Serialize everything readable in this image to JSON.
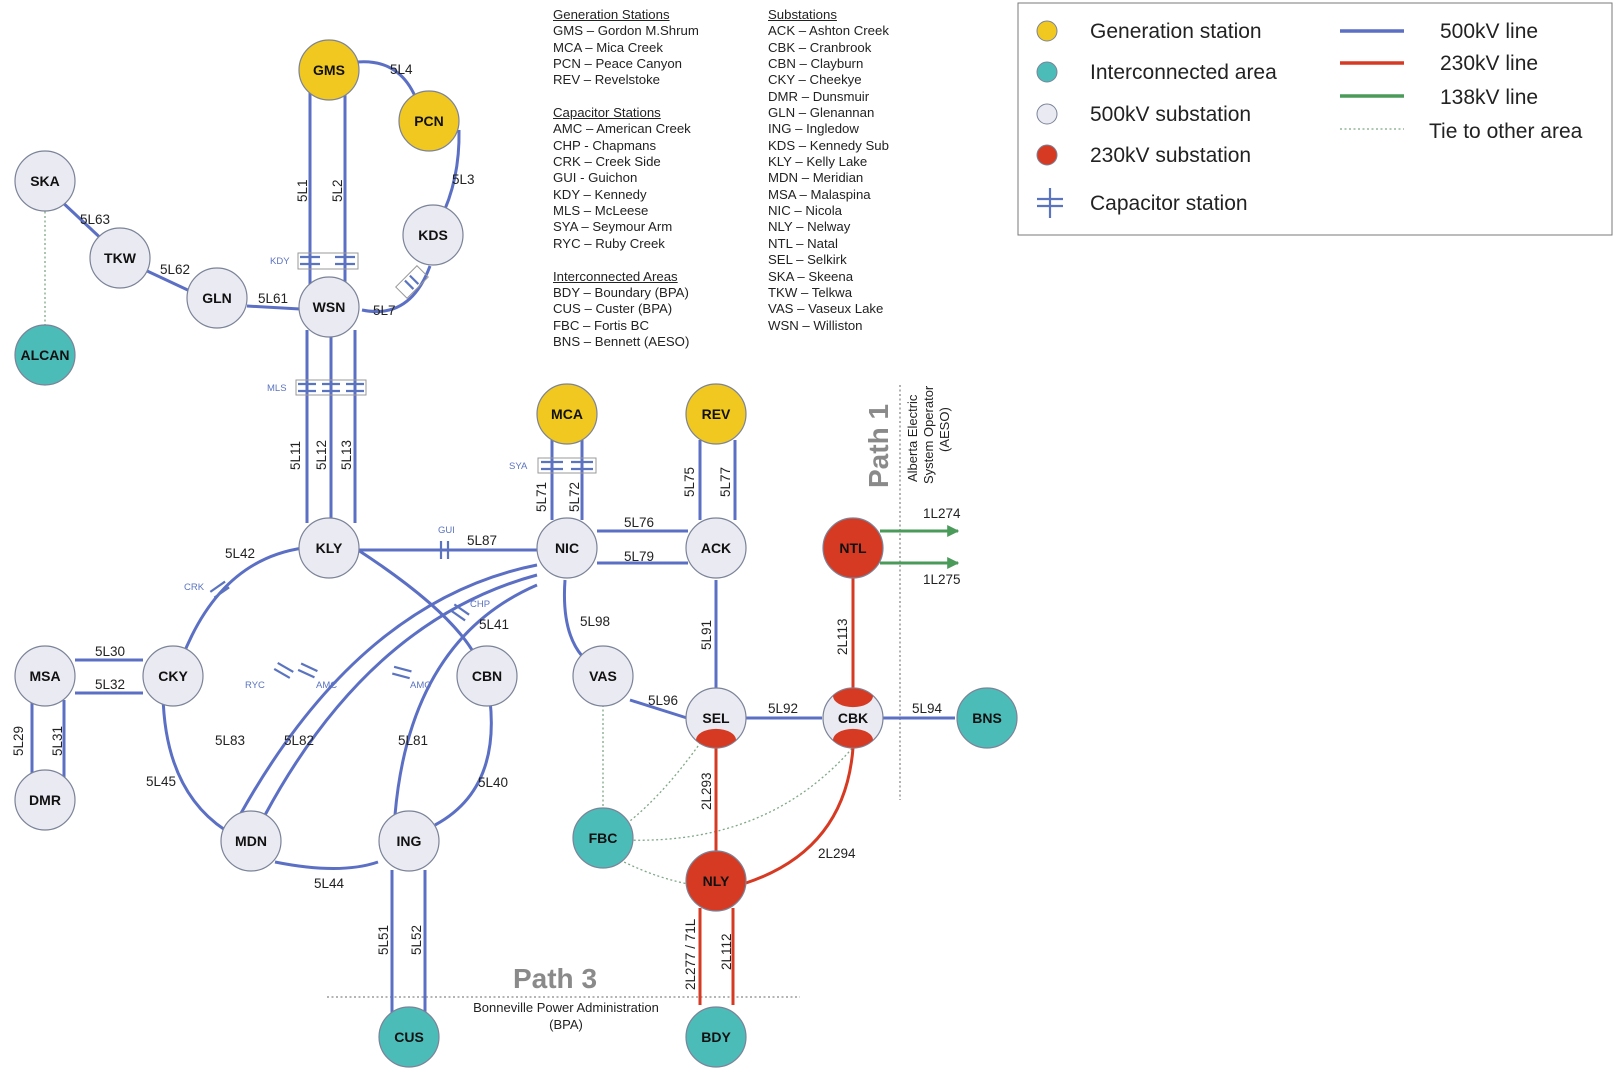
{
  "colors": {
    "line_500kv": "#5b6fc4",
    "line_230kv": "#d63a23",
    "line_138kv": "#4a9a5a",
    "tie": "#7ea885",
    "generation_fill": "#f1c81f",
    "interconnected_fill": "#4cbcb9",
    "substation_500_fill": "#eaeaf2",
    "substation_230_fill": "#d63a23",
    "node_stroke": "#7b8398",
    "capacitor": "#5b74c0"
  },
  "nodes": [
    {
      "id": "GMS",
      "type": "generation"
    },
    {
      "id": "PCN",
      "type": "generation"
    },
    {
      "id": "KDS",
      "type": "500kv"
    },
    {
      "id": "WSN",
      "type": "500kv"
    },
    {
      "id": "SKA",
      "type": "500kv"
    },
    {
      "id": "TKW",
      "type": "500kv"
    },
    {
      "id": "GLN",
      "type": "500kv"
    },
    {
      "id": "ALCAN",
      "type": "interconnected"
    },
    {
      "id": "KLY",
      "type": "500kv"
    },
    {
      "id": "NIC",
      "type": "500kv"
    },
    {
      "id": "MCA",
      "type": "generation"
    },
    {
      "id": "REV",
      "type": "generation"
    },
    {
      "id": "ACK",
      "type": "500kv"
    },
    {
      "id": "NTL",
      "type": "230kv"
    },
    {
      "id": "CKY",
      "type": "500kv"
    },
    {
      "id": "MSA",
      "type": "500kv"
    },
    {
      "id": "DMR",
      "type": "500kv"
    },
    {
      "id": "CBN",
      "type": "500kv"
    },
    {
      "id": "VAS",
      "type": "500kv"
    },
    {
      "id": "SEL",
      "type": "500kv-230kv"
    },
    {
      "id": "CBK",
      "type": "500kv-230kv"
    },
    {
      "id": "BNS",
      "type": "interconnected"
    },
    {
      "id": "MDN",
      "type": "500kv"
    },
    {
      "id": "ING",
      "type": "500kv"
    },
    {
      "id": "FBC",
      "type": "interconnected"
    },
    {
      "id": "NLY",
      "type": "230kv"
    },
    {
      "id": "CUS",
      "type": "interconnected"
    },
    {
      "id": "BDY",
      "type": "interconnected"
    }
  ],
  "line_labels": {
    "5L4": "5L4",
    "5L3": "5L3",
    "5L1": "5L1",
    "5L2": "5L2",
    "5L7": "5L7",
    "5L63": "5L63",
    "5L62": "5L62",
    "5L61": "5L61",
    "5L11": "5L11",
    "5L12": "5L12",
    "5L13": "5L13",
    "5L71": "5L71",
    "5L72": "5L72",
    "5L75": "5L75",
    "5L77": "5L77",
    "5L76": "5L76",
    "5L79": "5L79",
    "5L87": "5L87",
    "5L42": "5L42",
    "5L41": "5L41",
    "5L98": "5L98",
    "5L91": "5L91",
    "5L96": "5L96",
    "5L92": "5L92",
    "5L94": "5L94",
    "5L30": "5L30",
    "5L32": "5L32",
    "5L29": "5L29",
    "5L31": "5L31",
    "5L45": "5L45",
    "5L83": "5L83",
    "5L82": "5L82",
    "5L81": "5L81",
    "5L40": "5L40",
    "5L44": "5L44",
    "5L51": "5L51",
    "5L52": "5L52",
    "2L113": "2L113",
    "2L293": "2L293",
    "2L294": "2L294",
    "2L277/71L": "2L277 / 71L",
    "2L112": "2L112",
    "1L274": "1L274",
    "1L275": "1L275"
  },
  "capacitor_labels": {
    "KDY": "KDY",
    "MLS": "MLS",
    "SYA": "SYA",
    "GUI": "GUI",
    "CRK": "CRK",
    "CHP": "CHP",
    "RYC": "RYC",
    "AMC_1": "AMC",
    "AMC_2": "AMC"
  },
  "paths": {
    "path1": {
      "title": "Path 1",
      "subtitle": [
        "Alberta Electric",
        "System Operator",
        "(AESO)"
      ]
    },
    "path3": {
      "title": "Path 3",
      "subtitle": [
        "Bonneville Power Administration",
        "(BPA)"
      ]
    }
  },
  "abbreviations": {
    "generation": {
      "heading": "Generation Stations",
      "items": [
        "GMS – Gordon M.Shrum",
        "MCA – Mica Creek",
        "PCN – Peace Canyon",
        "REV – Revelstoke"
      ]
    },
    "capacitor": {
      "heading": "Capacitor Stations",
      "items": [
        "AMC – American Creek",
        "CHP - Chapmans",
        "CRK – Creek Side",
        "GUI - Guichon",
        "KDY – Kennedy",
        "MLS – McLeese",
        "SYA – Seymour Arm",
        "RYC – Ruby Creek"
      ]
    },
    "interconnected": {
      "heading": "Interconnected Areas",
      "items": [
        "BDY – Boundary (BPA)",
        "CUS – Custer (BPA)",
        "FBC – Fortis BC",
        "BNS – Bennett (AESO)"
      ]
    },
    "substations": {
      "heading": "Substations",
      "items": [
        "ACK – Ashton Creek",
        "CBK – Cranbrook",
        "CBN – Clayburn",
        "CKY – Cheekye",
        "DMR – Dunsmuir",
        "GLN – Glenannan",
        "ING – Ingledow",
        "KDS – Kennedy Sub",
        "KLY – Kelly Lake",
        "MDN – Meridian",
        "MSA – Malaspina",
        "NIC – Nicola",
        "NLY – Nelway",
        "NTL – Natal",
        "SEL – Selkirk",
        "SKA – Skeena",
        "TKW – Telkwa",
        "VAS – Vaseux Lake",
        "WSN – Williston"
      ]
    }
  },
  "legend": {
    "generation": "Generation station",
    "interconnected": "Interconnected area",
    "substation_500": "500kV substation",
    "substation_230": "230kV substation",
    "capacitor": "Capacitor station",
    "line_500": "500kV line",
    "line_230": "230kV line",
    "line_138": "138kV line",
    "tie": "Tie to other area"
  }
}
